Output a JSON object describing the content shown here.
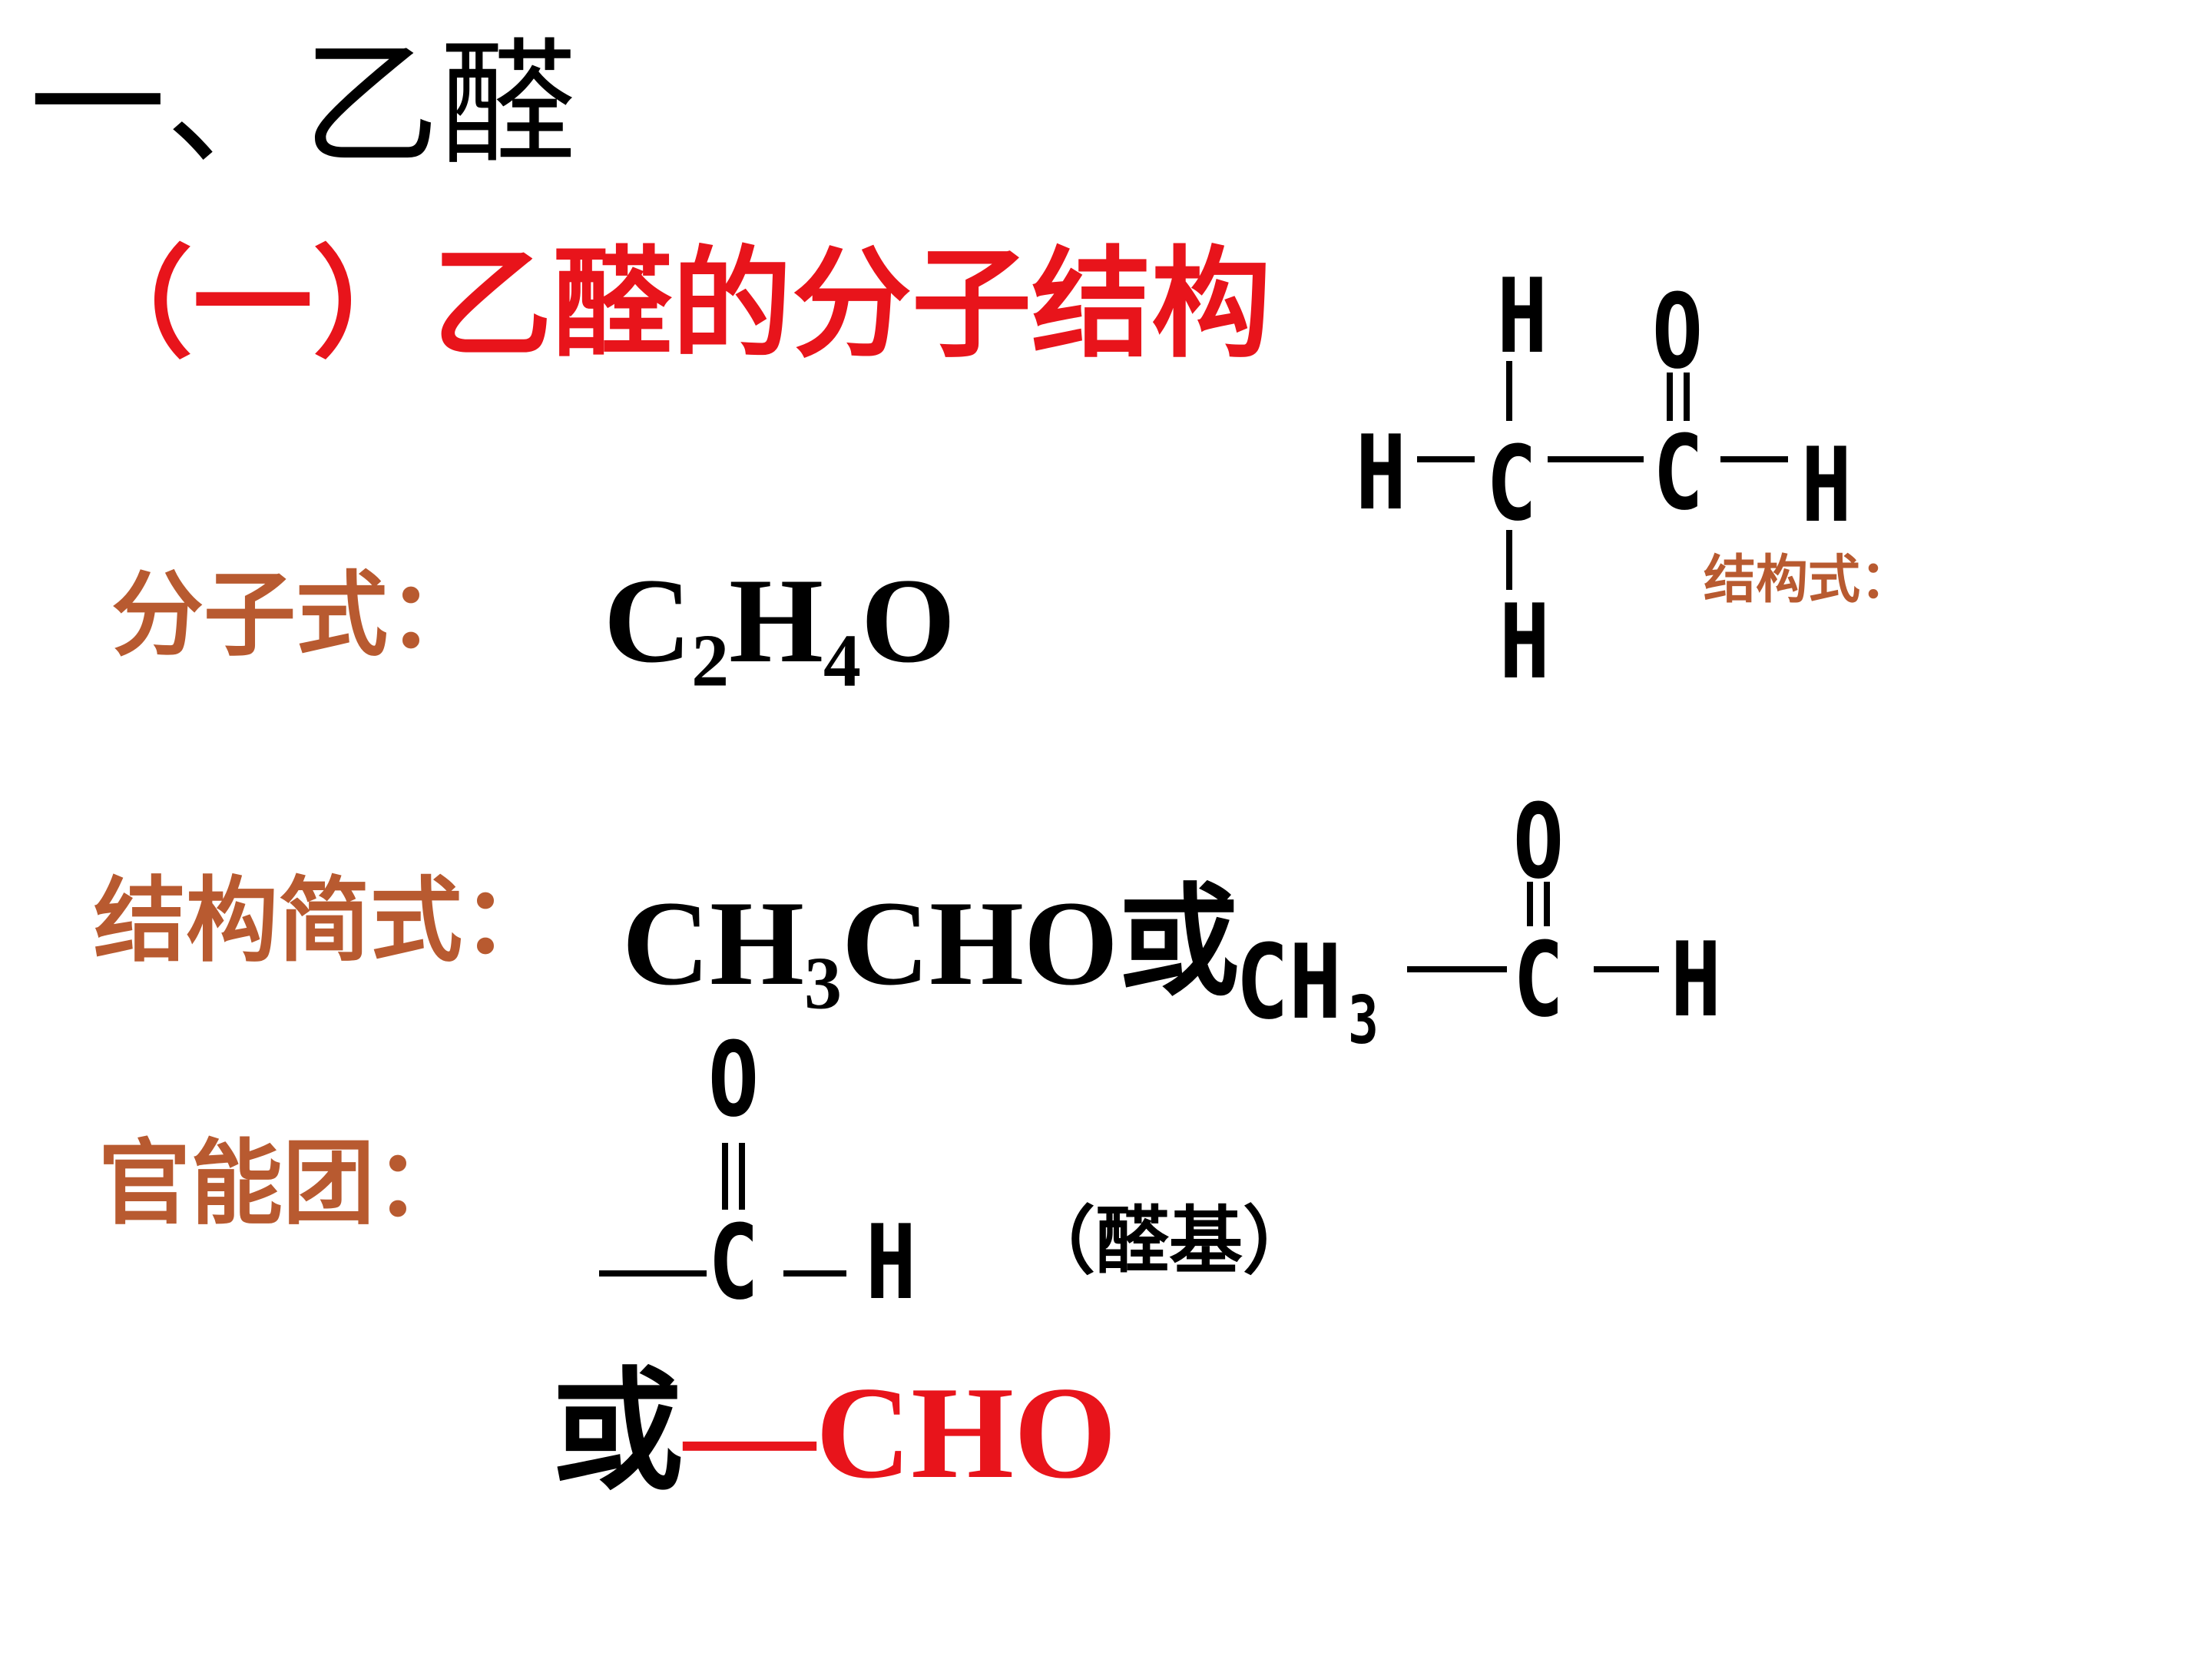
{
  "colors": {
    "text": "#000000",
    "heading_red": "#e8141b",
    "label_brown": "#b85a30"
  },
  "title": "一、乙醛",
  "subtitle": "（一）乙醛的分子结构",
  "molecular_formula": {
    "label": "分子式：",
    "parts": {
      "c": "C",
      "c_sub": "2",
      "h": "H",
      "h_sub": "4",
      "o": "O"
    }
  },
  "structural_formula": {
    "label": "结构式：",
    "atoms": {
      "h_top": "H",
      "o_top": "O",
      "h_left": "H",
      "c1": "C",
      "c2": "C",
      "h_right": "H",
      "h_bottom": "H"
    }
  },
  "condensed_formula": {
    "label": "结构简式：",
    "parts": {
      "ch": "CH",
      "ch_sub": "3",
      "rest": "CHO",
      "or": "或"
    },
    "drawing": {
      "o": "O",
      "ch3": "CH",
      "ch3_sub": "3",
      "c": "C",
      "h": "H"
    }
  },
  "functional_group": {
    "label": "官能团：",
    "drawing": {
      "o": "O",
      "c": "C",
      "h": "H"
    },
    "name": "（醛基）",
    "alternative": {
      "or": "或",
      "formula": "—CHO"
    }
  }
}
